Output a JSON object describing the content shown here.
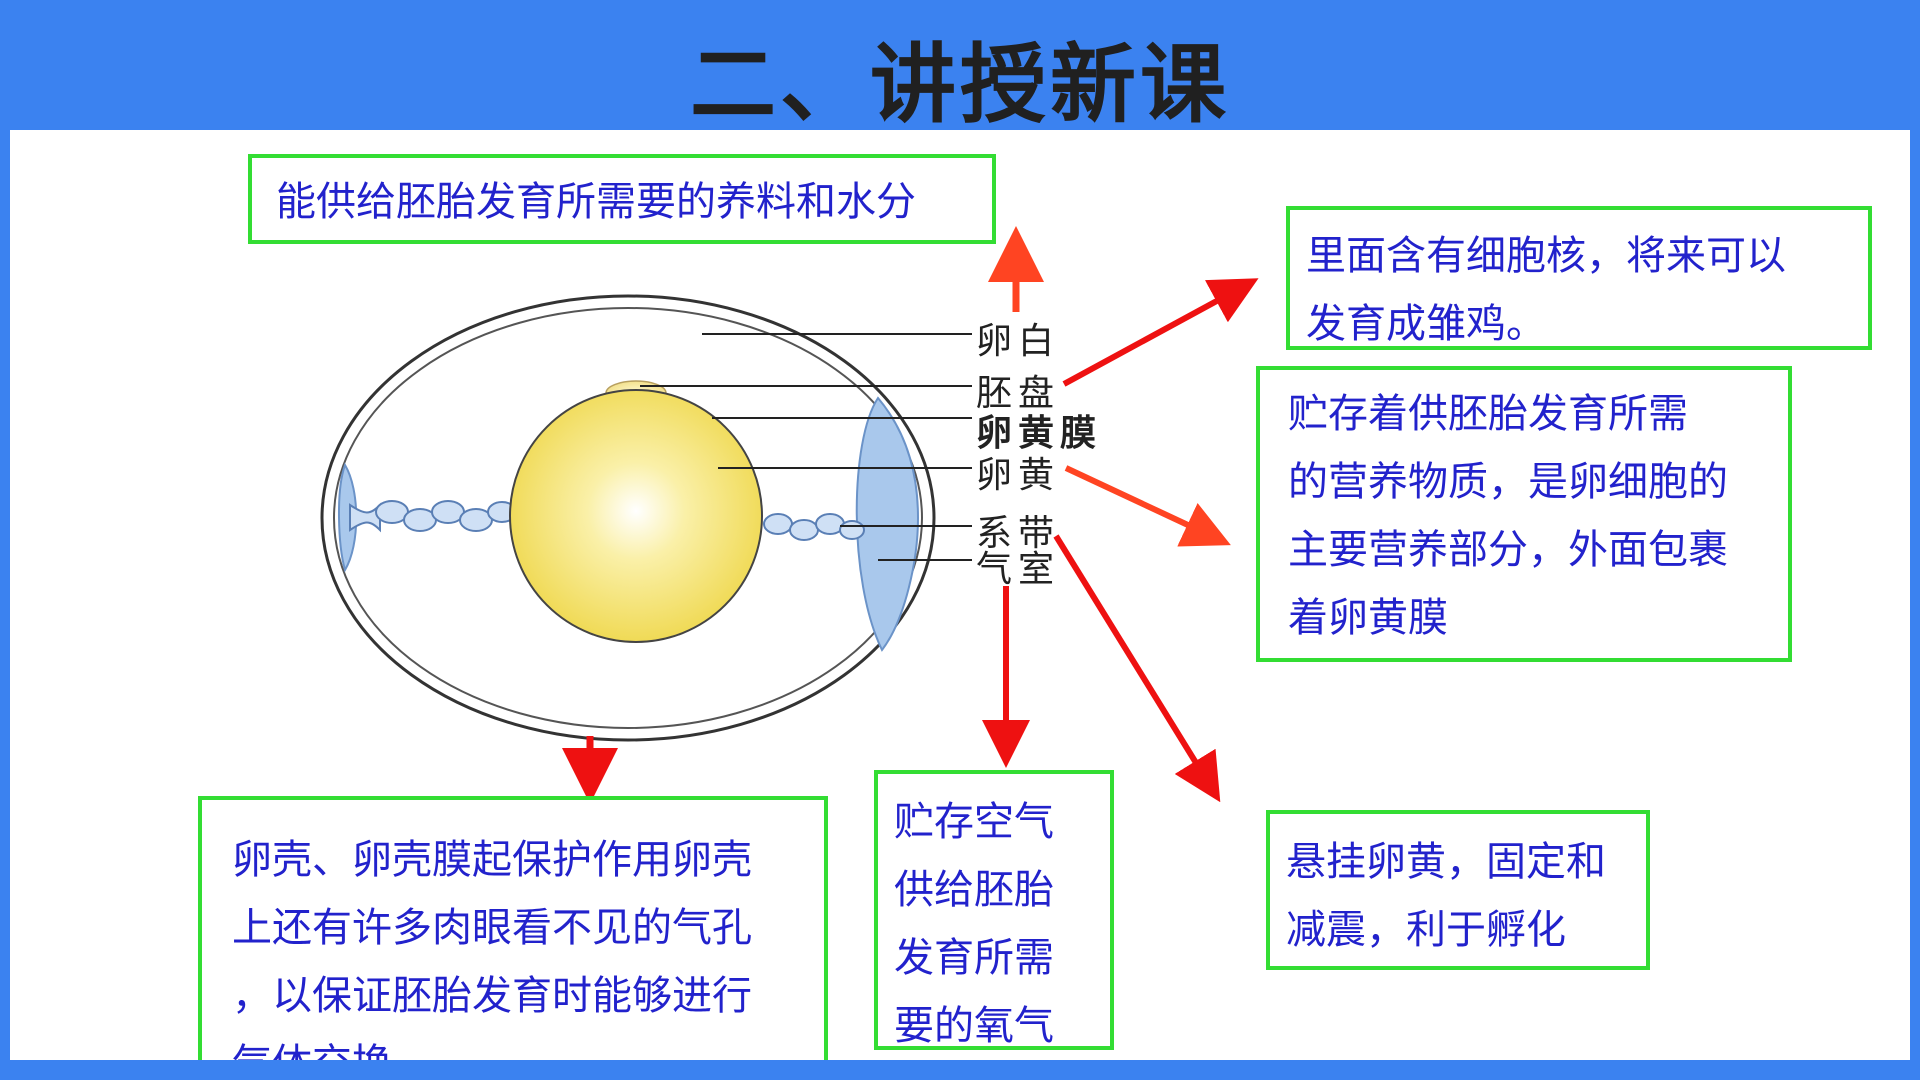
{
  "title": "二、讲授新课",
  "labels": {
    "albumen": "卵白",
    "germinal_disc": "胚盘",
    "vitelline_membrane": "卵黄膜",
    "yolk": "卵黄",
    "chalaza": "系带",
    "air_cell": "气室"
  },
  "boxes": {
    "albumen": "能供给胚胎发育所需要的养料和水分",
    "germinal_disc": "里面含有细胞核，将来可以\n发育成雏鸡。",
    "yolk": "贮存着供胚胎发育所需\n的营养物质，是卵细胞的\n主要营养部分，外面包裹\n着卵黄膜",
    "shell": "卵壳、卵壳膜起保护作用卵壳\n上还有许多肉眼看不见的气孔\n，以保证胚胎发育时能够进行\n气体交换。",
    "air_cell": "贮存空气\n供给胚胎\n发育所需\n要的氧气",
    "chalaza": "悬挂卵黄，固定和\n减震，利于孵化"
  },
  "colors": {
    "header_bg": "#3b82f0",
    "box_border": "#33dd33",
    "box_text": "#2222cc",
    "arrow": "#ee1111",
    "yolk": "#f5e06a",
    "air_cell": "#a9c8ec"
  }
}
